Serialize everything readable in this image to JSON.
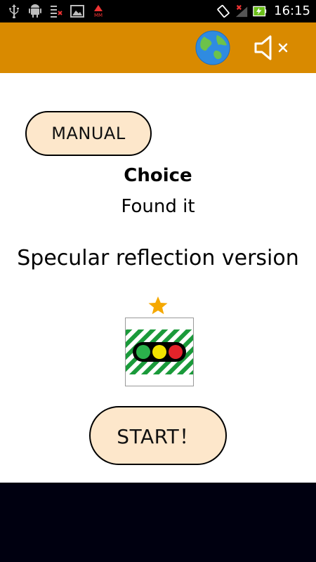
{
  "status_bar": {
    "time": "16:15",
    "left_icons": [
      "usb-icon",
      "android-icon",
      "data-icon",
      "image-icon",
      "mm-icon"
    ],
    "right_icons": [
      "rotate-icon",
      "signal-blocked-icon",
      "battery-charging-icon"
    ]
  },
  "toolbar": {
    "globe_icon": "globe-icon",
    "sound_icon": "speaker-muted-icon",
    "color": "#d98a00"
  },
  "main": {
    "manual_button": "MANUAL",
    "choice_title": "Choice",
    "found_text": "Found it",
    "version_text": "Specular reflection version",
    "star_icon": "star-icon",
    "thumbnail_icon": "traffic-light-icon",
    "start_button": "START！"
  },
  "colors": {
    "button_fill": "#fde7cb",
    "star": "#f5a800",
    "stripe_green": "#1a9a3a"
  }
}
